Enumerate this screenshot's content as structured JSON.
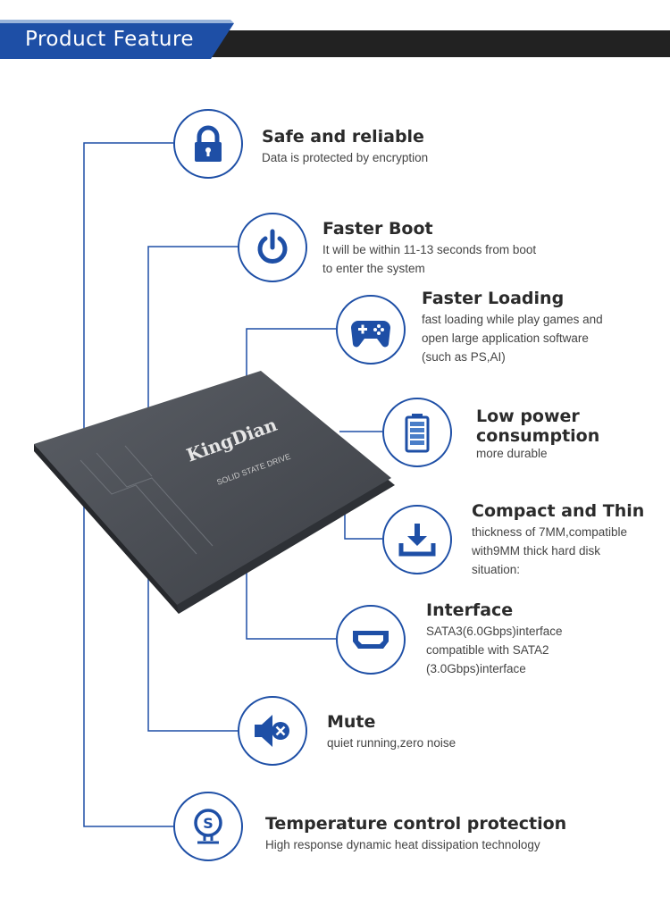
{
  "header": {
    "title": "Product Feature"
  },
  "ssd": {
    "brand": "KingDian",
    "subtitle": "SOLID STATE DRIVE"
  },
  "features": [
    {
      "title": "Safe and reliable",
      "desc": [
        "Data is protected by encryption"
      ],
      "icon": "lock-icon"
    },
    {
      "title": "Faster Boot",
      "desc": [
        "It will be within 11-13 seconds from boot",
        "to enter the system"
      ],
      "icon": "power-icon"
    },
    {
      "title": "Faster Loading",
      "desc": [
        "fast loading while play games and",
        "open large application software",
        "(such as PS,AI)"
      ],
      "icon": "gamepad-icon"
    },
    {
      "title": "Low power consumption",
      "title_lines": [
        "Low power",
        "consumption"
      ],
      "desc": [
        "more durable"
      ],
      "icon": "battery-icon"
    },
    {
      "title": "Compact and Thin",
      "desc": [
        "thickness of 7MM,compatible",
        "with9MM thick hard disk",
        "situation:"
      ],
      "icon": "download-tray-icon"
    },
    {
      "title": "Interface",
      "desc": [
        "SATA3(6.0Gbps)interface",
        "compatible with SATA2",
        "(3.0Gbps)interface"
      ],
      "icon": "hdmi-port-icon"
    },
    {
      "title": "Mute",
      "desc": [
        "quiet running,zero noise"
      ],
      "icon": "mute-speaker-icon"
    },
    {
      "title": "Temperature control protection",
      "desc": [
        "High response dynamic heat dissipation technology"
      ],
      "icon": "thermostat-icon"
    }
  ],
  "colors": {
    "accent": "#1e4fa6",
    "banner_dark": "#222222",
    "ssd_body": "#4a4e55"
  }
}
